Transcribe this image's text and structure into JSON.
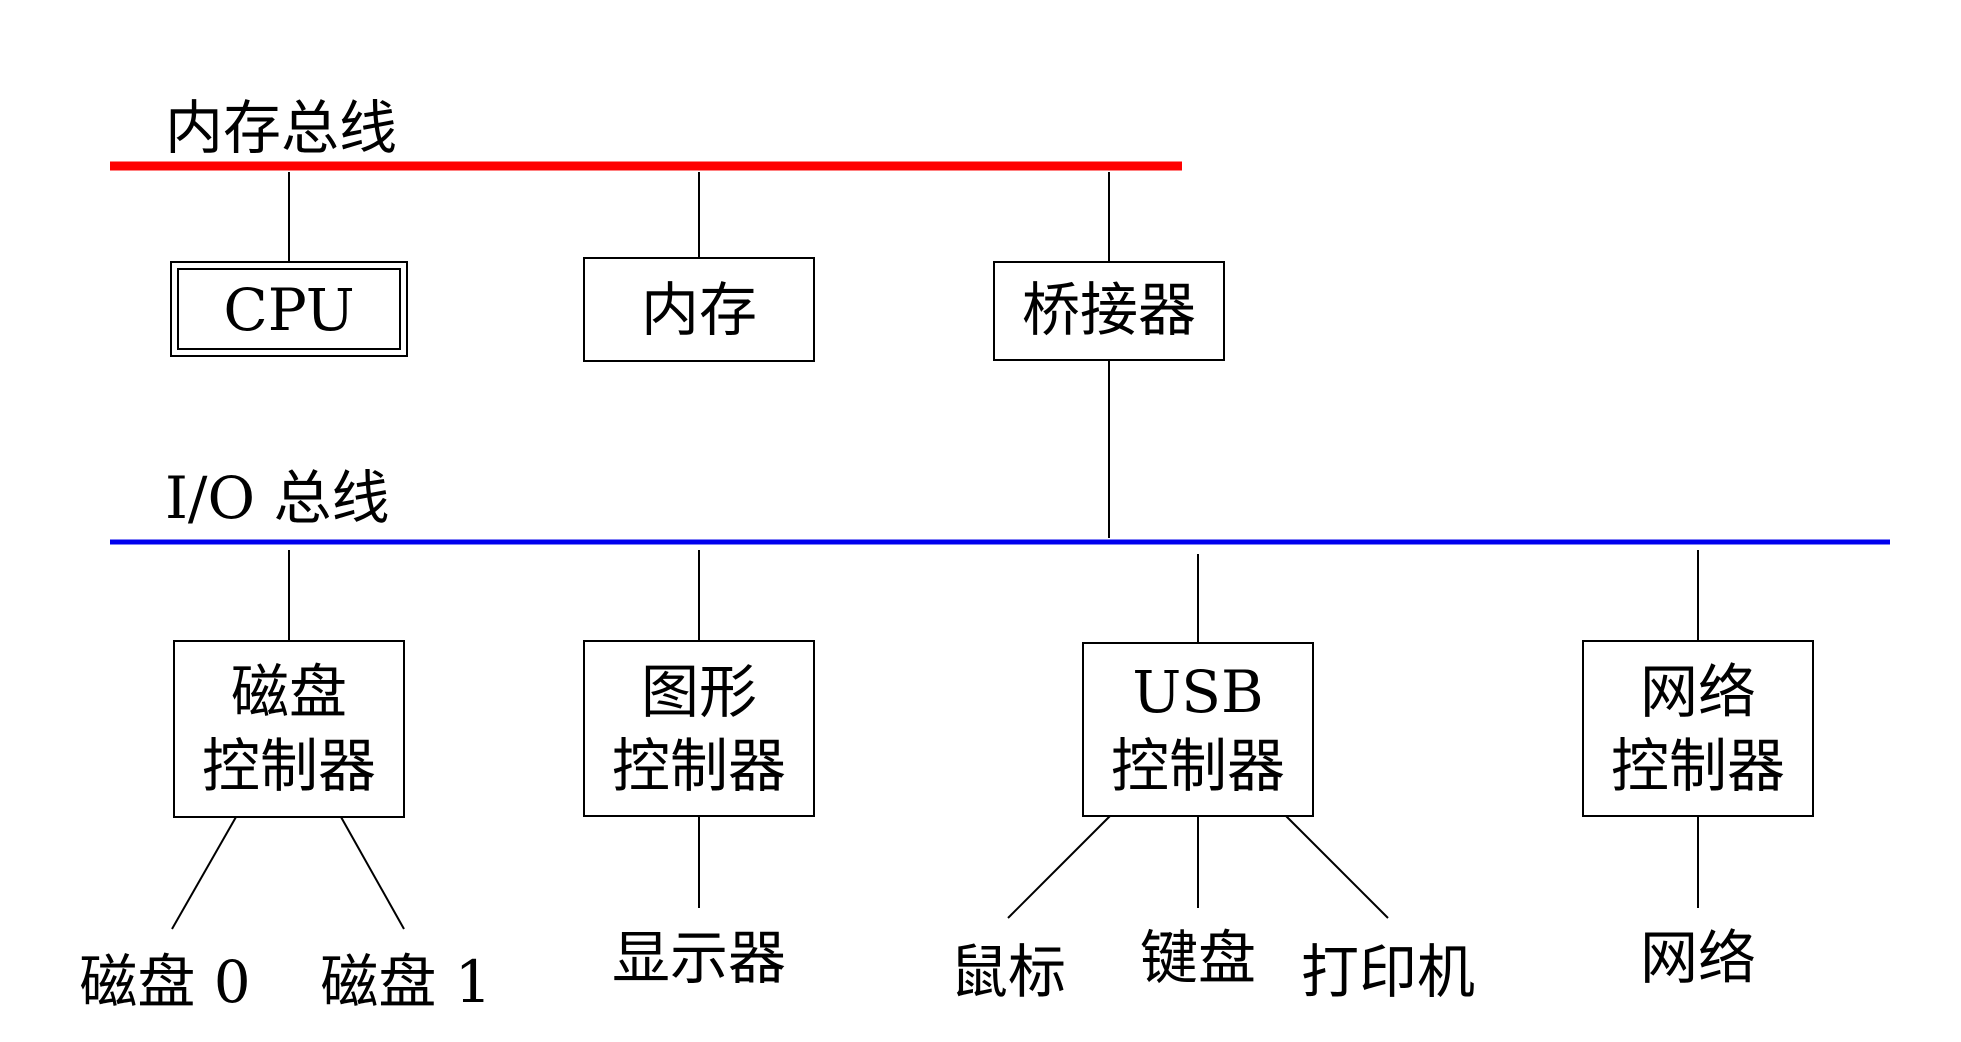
{
  "buses": {
    "memory": {
      "label": "内存总线",
      "color": "#ff0000"
    },
    "io": {
      "label": "I/O 总线",
      "color": "#0000ee"
    }
  },
  "nodes": {
    "cpu": {
      "label": "CPU"
    },
    "memory": {
      "label": "内存"
    },
    "bridge": {
      "label": "桥接器"
    },
    "disk_controller": {
      "line1": "磁盘",
      "line2": "控制器"
    },
    "graphics_controller": {
      "line1": "图形",
      "line2": "控制器"
    },
    "usb_controller": {
      "line1": "USB",
      "line2": "控制器"
    },
    "network_controller": {
      "line1": "网络",
      "line2": "控制器"
    }
  },
  "devices": {
    "disk0": "磁盘 0",
    "disk1": "磁盘 1",
    "display": "显示器",
    "mouse": "鼠标",
    "keyboard": "键盘",
    "printer": "打印机",
    "network": "网络"
  }
}
